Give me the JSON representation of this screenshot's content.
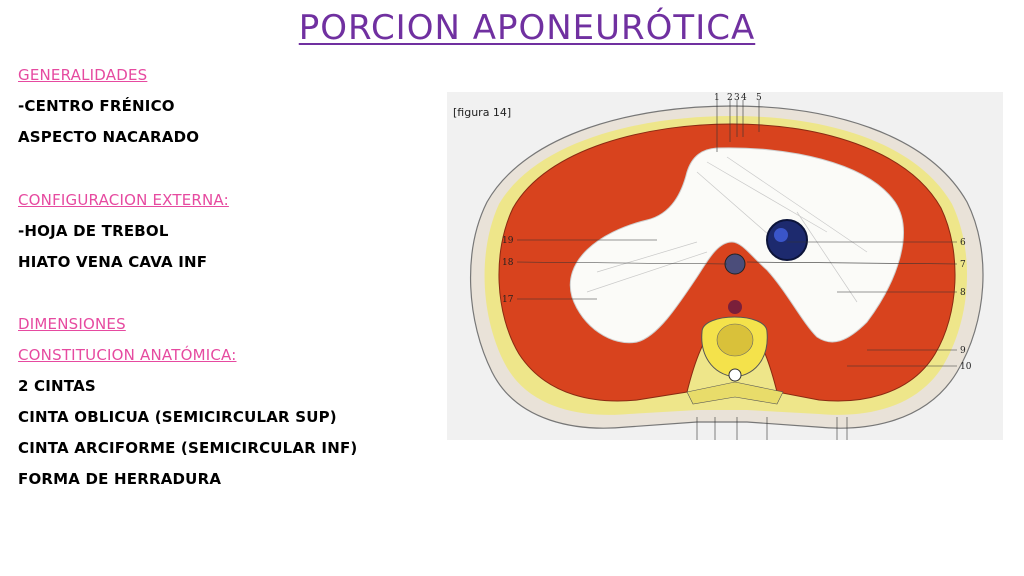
{
  "slide": {
    "title": "PORCION APONEURÓTICA",
    "lines": [
      {
        "text": "GENERALIDADES",
        "style": "heading"
      },
      {
        "text": "-CENTRO FRÉNICO",
        "style": "body"
      },
      {
        "text": "ASPECTO NACARADO",
        "style": "body"
      },
      {
        "text": "CONFIGURACION EXTERNA:",
        "style": "heading"
      },
      {
        "text": "-HOJA DE TREBOL",
        "style": "body"
      },
      {
        "text": "HIATO VENA CAVA INF",
        "style": "body"
      },
      {
        "text": "DIMENSIONES",
        "style": "heading"
      },
      {
        "text": "CONSTITUCION ANATÓMICA:",
        "style": "heading"
      },
      {
        "text": "2 CINTAS",
        "style": "body"
      },
      {
        "text": "CINTA OBLICUA (SEMICIRCULAR SUP)",
        "style": "body"
      },
      {
        "text": "CINTA ARCIFORME (SEMICIRCULAR INF)",
        "style": "body"
      },
      {
        "text": "FORMA DE HERRADURA",
        "style": "body"
      }
    ]
  },
  "figure": {
    "caption": "[figura 14]",
    "top_numbers": [
      "1",
      "2",
      "3",
      "4",
      "5"
    ],
    "right_numbers": [
      "6",
      "7",
      "8",
      "9",
      "10"
    ],
    "left_numbers": [
      "19",
      "18",
      "17"
    ]
  },
  "colors": {
    "title": "#7030a0",
    "heading": "#e64aa0",
    "body": "#000000",
    "muscle": "#d8431e",
    "tendon": "#ffffff",
    "fat": "#f2ea4a"
  }
}
